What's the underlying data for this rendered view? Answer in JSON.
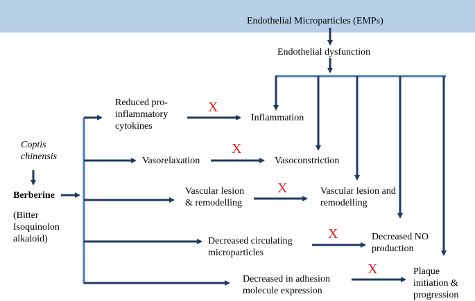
{
  "header": {
    "title": "Endothelial Microparticles (EMPs)"
  },
  "top_node": {
    "label": "Endothelial dysfunction"
  },
  "source": {
    "plant": "Coptis\nchinensis",
    "compound": "Berberine",
    "compound_note": "(Bitter\nIsoquinolon\nalkaloid)"
  },
  "berberine_effects": [
    {
      "label": "Reduced pro-\ninflammatory\ncytokines"
    },
    {
      "label": "Vasorelaxation"
    },
    {
      "label": "Vascular lesion\n& remodelling"
    },
    {
      "label": "Decreased circulating\nmicroparticles"
    },
    {
      "label": "Decreased in adhesion\nmolecule expression"
    }
  ],
  "emp_outcomes": [
    {
      "label": "Inflammation"
    },
    {
      "label": "Vasoconstriction"
    },
    {
      "label": "Vascular lesion and\nremodelling"
    },
    {
      "label": "Decreased NO\nproduction"
    },
    {
      "label": "Plaque\ninitiation &\nprogression"
    }
  ],
  "block_marks": [
    "X",
    "X",
    "X",
    "X",
    "X"
  ],
  "colors": {
    "arrow_dark": "#1f3a5f",
    "arrow_blue": "#4a7ab5",
    "header_band": "#b7cfe6",
    "block_mark": "#e02020"
  }
}
